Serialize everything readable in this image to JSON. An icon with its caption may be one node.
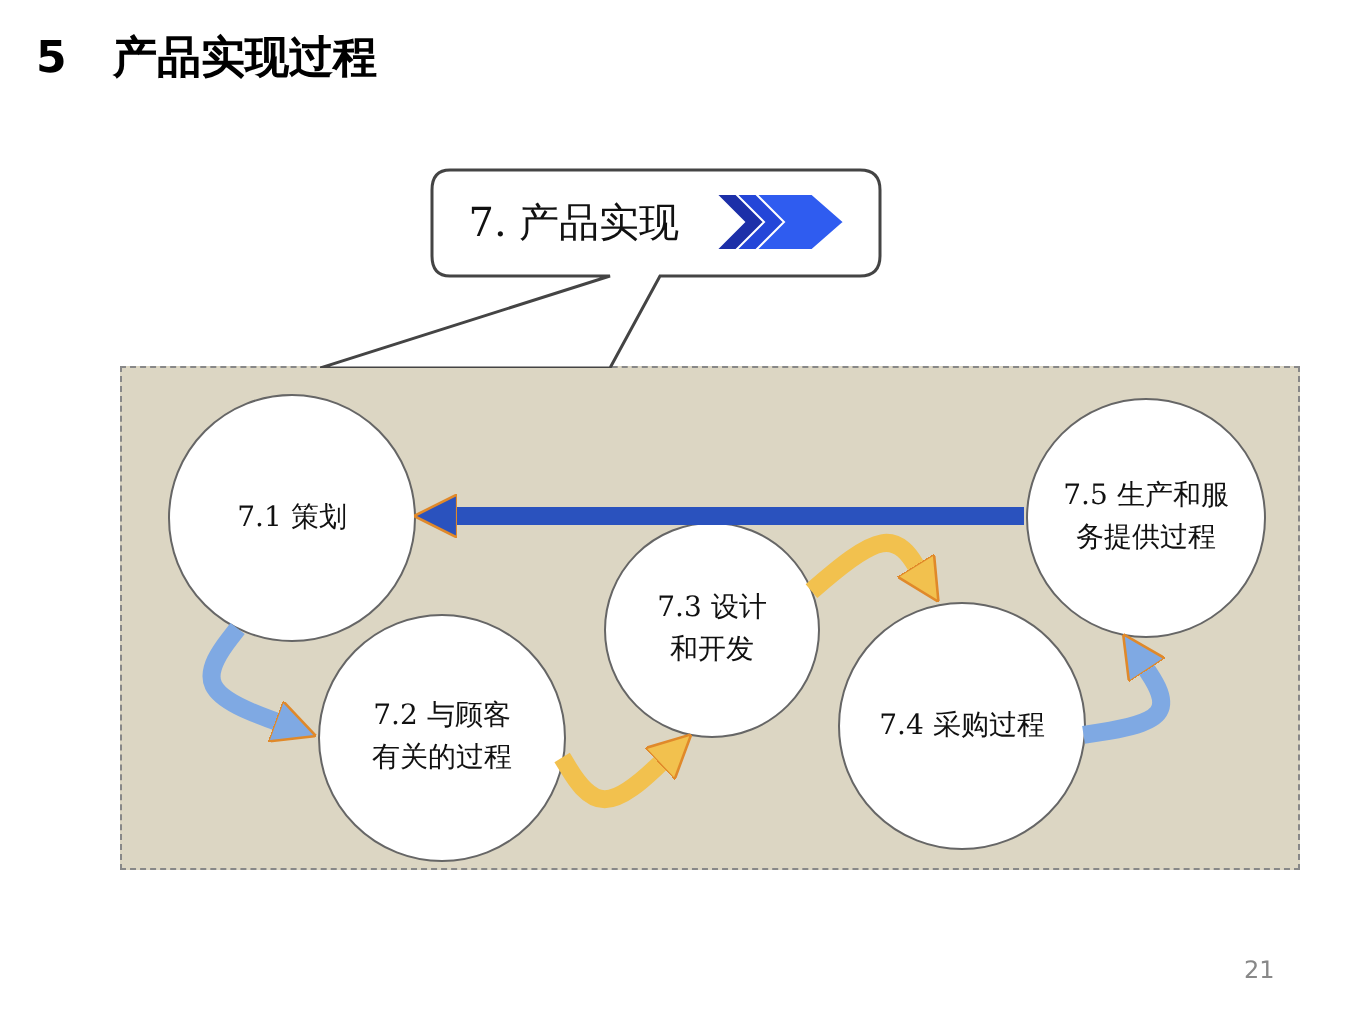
{
  "diagram": {
    "title": "5 产品实现过程",
    "nodes": [
      {
        "text": [
          "7. 产品实现"
        ]
      },
      {
        "text": [],
        "shape": "box"
      },
      {
        "text": [
          "7.1 策划"
        ],
        "in": 1
      },
      {
        "text": [
          "7.2 与顾客有关的过程"
        ],
        "in": 1
      },
      {
        "text": [
          "7.3 设计和开发"
        ],
        "in": 1
      },
      {
        "text": [
          "7.4 采购过程"
        ],
        "in": 1
      },
      {
        "text": [
          "7.5 生产和服务提供过程"
        ],
        "in": 1
      }
    ],
    "edges": [
      {
        "from": 2,
        "to": 3,
        "arrow": "to"
      },
      {
        "from": 3,
        "to": 4,
        "arrow": "to",
        "color": "#f2c14e"
      },
      {
        "from": 4,
        "to": 5,
        "arrow": "to",
        "color": "#f2c14e"
      },
      {
        "from": 5,
        "to": 6,
        "arrow": "to"
      },
      {
        "from": 6,
        "to": 2,
        "arrow": "to",
        "color": "#2a52be"
      }
    ],
    "labels": [
      "21"
    ]
  }
}
